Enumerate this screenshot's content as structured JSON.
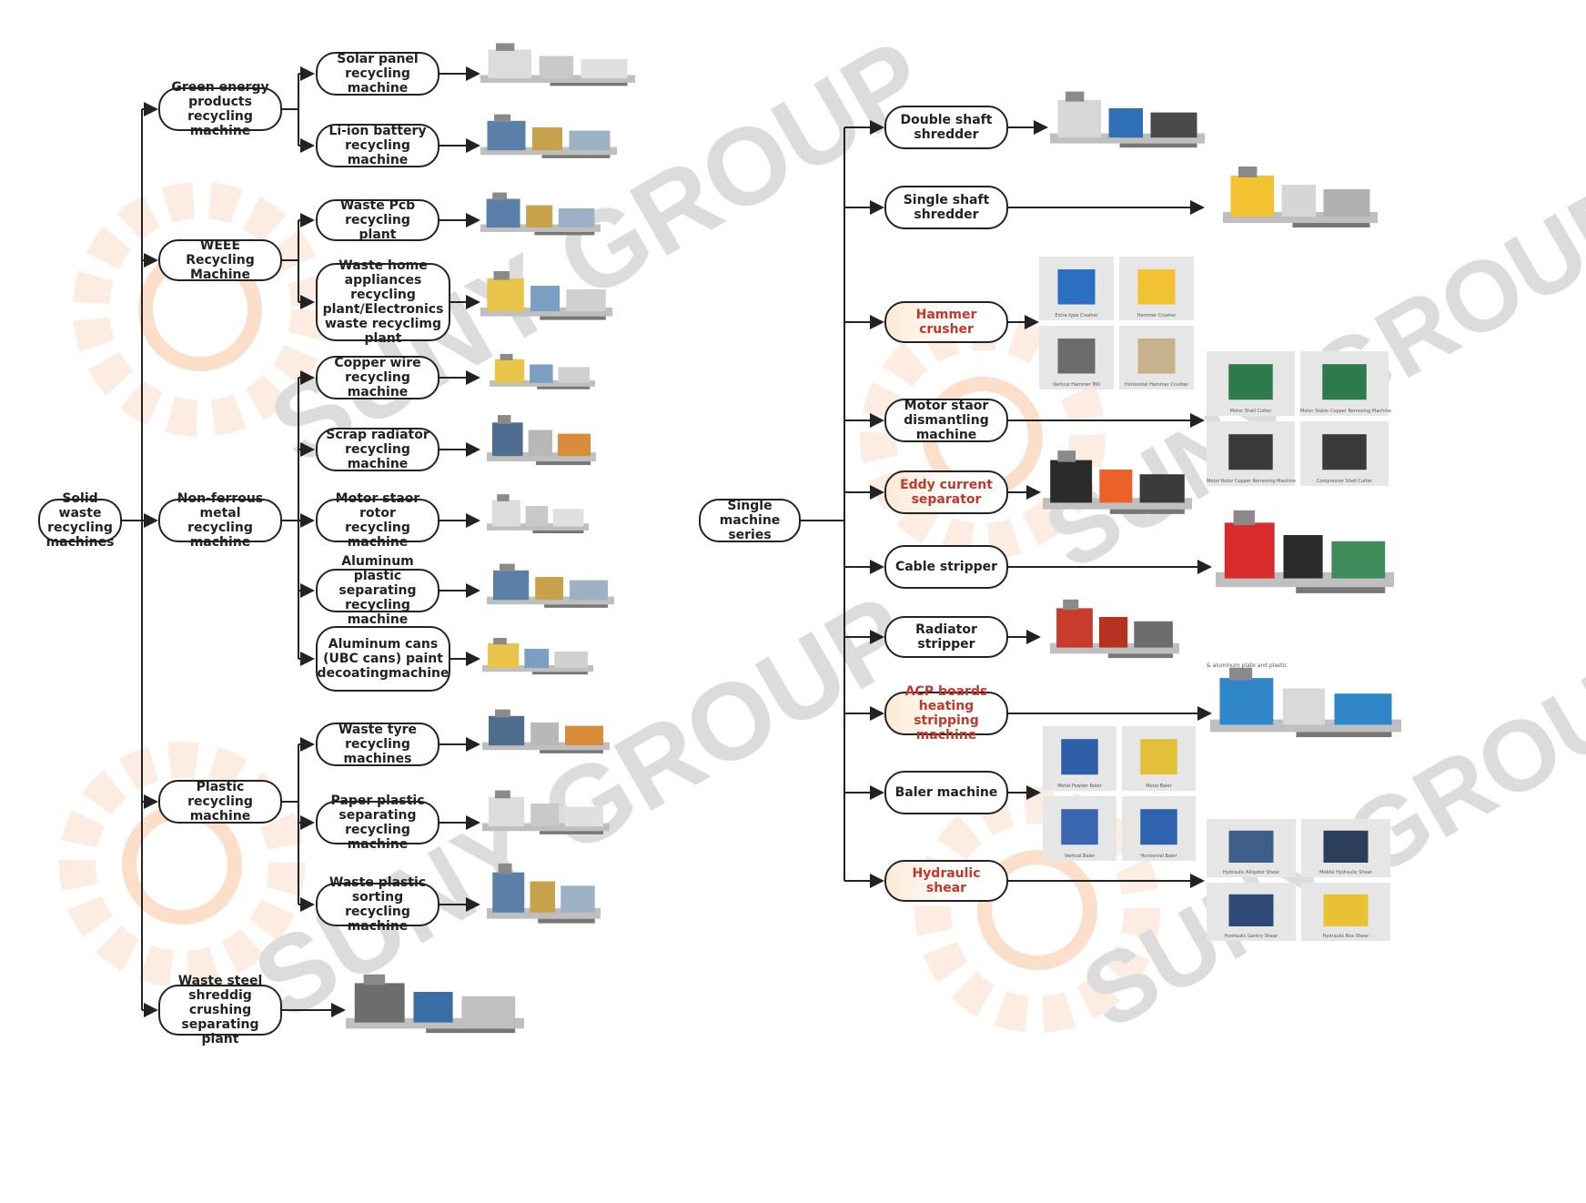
{
  "left_tree": {
    "root": "Solid waste recycling machines",
    "categories": [
      {
        "label": "Green energy products recycling machine",
        "children": [
          "Solar panel recycling machine",
          "Li-ion battery recycling machine"
        ]
      },
      {
        "label": "WEEE Recycling Machine",
        "children": [
          "Waste Pcb recycling plant",
          "Waste home appliances recycling plant/Electronics waste recyclimg plant"
        ]
      },
      {
        "label": "Non-ferrous metal recycling machine",
        "children": [
          "Copper wire recycling machine",
          "Scrap radiator recycling machine",
          "Motor staor rotor recycling machine",
          "Aluminum plastic separating recycling machine",
          "Aluminum cans (UBC cans) paint decoatingmachine"
        ]
      },
      {
        "label": "Plastic recycling machine",
        "children": [
          "Waste tyre recycling machines",
          "Paper plastic separating recycling machine",
          "Waste plastic sorting recycling machine"
        ]
      },
      {
        "label": "Waste steel shreddig crushing separating plant",
        "children": []
      }
    ]
  },
  "right_tree": {
    "root": "Single machine series",
    "items": [
      "Double shaft shredder",
      "Single shaft shredder",
      "Hammer crusher",
      "Motor staor dismantling machine",
      "Eddy current separator",
      "Cable stripper",
      "Radiator stripper",
      "ACP boards heating stripping machine",
      "Baler machine",
      "Hydraulic shear"
    ],
    "highlighted": [
      "Hammer crusher",
      "Eddy current separator",
      "ACP boards heating stripping machine",
      "Hydraulic shear"
    ]
  },
  "photo_captions": {
    "hammer": [
      "Extra type Crusher",
      "Hammer Crusher",
      "Vertical Hammer Mill",
      "Horizontal Hammer Crusher"
    ],
    "motor": [
      "Motor Shell Cutter",
      "Motor Stator Copper Removing Machine",
      "Motor Rotor Copper Removing Machine",
      "Compressor Shell Cutter"
    ],
    "baler": [
      "Metal Powder Baler",
      "Metal Baler",
      "Vertical Baler",
      "Horizontal Baler"
    ],
    "shear": [
      "Hydraulic Alligator Shear",
      "Mobile Hydraulic Shear",
      "Hydraulic Gantry Shear",
      "Hydraulic Box Shear"
    ],
    "acp_note": "& aluminum plate and plastic"
  },
  "watermark": "SUNY GROUP",
  "colors": {
    "line": "#222222",
    "highlight_text": "#c0392b",
    "gear": "#f6c9a8",
    "watermark": "#9a9a9a"
  }
}
